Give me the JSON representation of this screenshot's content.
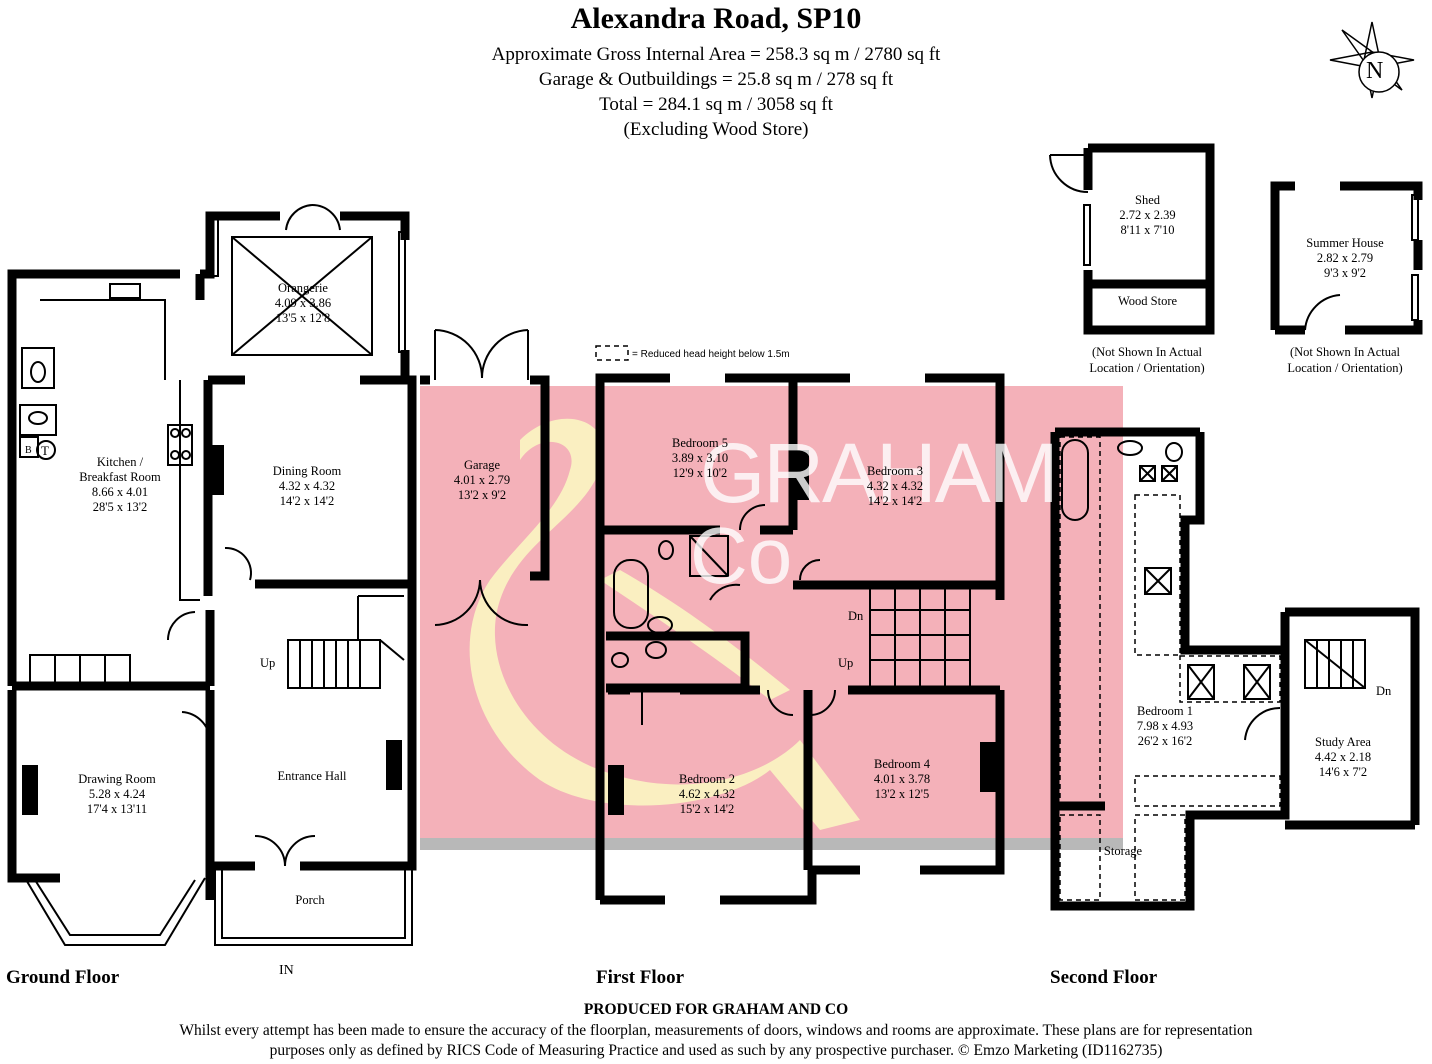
{
  "header": {
    "title": "Alexandra Road, SP10",
    "lines": [
      "Approximate Gross Internal Area = 258.3 sq m / 2780 sq ft",
      "Garage & Outbuildings = 25.8 sq m / 278 sq ft",
      "Total = 284.1 sq m / 3058 sq ft",
      "(Excluding Wood Store)"
    ]
  },
  "compass": {
    "letter": "N"
  },
  "legend": {
    "text": "= Reduced head height below 1.5m"
  },
  "watermark": {
    "text1": "GRAHAM",
    "text2": "Co",
    "colors": {
      "pink": "#f2a3ad",
      "cream": "#fbf6c2"
    }
  },
  "floors": {
    "ground": "Ground Floor",
    "first": "First Floor",
    "second": "Second Floor"
  },
  "rooms": {
    "orangerie": [
      "Orangerie",
      "4.09 x 3.86",
      "13'5 x 12'8"
    ],
    "kitchen": [
      "Kitchen /",
      "Breakfast Room",
      "8.66 x 4.01",
      "28'5 x 13'2"
    ],
    "dining": [
      "Dining Room",
      "4.32 x 4.32",
      "14'2 x 14'2"
    ],
    "garage": [
      "Garage",
      "4.01 x 2.79",
      "13'2 x 9'2"
    ],
    "drawing": [
      "Drawing Room",
      "5.28 x 4.24",
      "17'4 x 13'11"
    ],
    "hall": [
      "Entrance Hall"
    ],
    "porch": [
      "Porch"
    ],
    "bed5": [
      "Bedroom 5",
      "3.89 x 3.10",
      "12'9 x 10'2"
    ],
    "bed3": [
      "Bedroom 3",
      "4.32 x 4.32",
      "14'2 x 14'2"
    ],
    "bed2": [
      "Bedroom 2",
      "4.62 x 4.32",
      "15'2 x 14'2"
    ],
    "bed4": [
      "Bedroom 4",
      "4.01 x 3.78",
      "13'2 x 12'5"
    ],
    "bed1": [
      "Bedroom 1",
      "7.98 x 4.93",
      "26'2 x 16'2"
    ],
    "study": [
      "Study Area",
      "4.42 x 2.18",
      "14'6 x 7'2"
    ],
    "storage": [
      "Storage"
    ],
    "shed": [
      "Shed",
      "2.72 x 2.39",
      "8'11 x 7'10"
    ],
    "woodstore": [
      "Wood Store"
    ],
    "summer": [
      "Summer House",
      "2.82 x 2.79",
      "9'3 x 9'2"
    ]
  },
  "marks": {
    "up_ground": "Up",
    "up_first": "Up",
    "dn_first": "Dn",
    "dn_second": "Dn",
    "in": "IN",
    "t": "T",
    "b": "B"
  },
  "notes": {
    "shed": [
      "(Not Shown In Actual",
      "Location / Orientation)"
    ],
    "summer": [
      "(Not Shown In Actual",
      "Location / Orientation)"
    ]
  },
  "footer": {
    "produced": "PRODUCED FOR GRAHAM AND CO",
    "disclaimer1": "Whilst every attempt has been made to ensure the accuracy of the floorplan, measurements of doors, windows and rooms are approximate. These plans are for representation",
    "disclaimer2": "purposes only as defined by RICS Code of Measuring Practice and used as such by any prospective purchaser. © Emzo Marketing (ID1162735)"
  }
}
